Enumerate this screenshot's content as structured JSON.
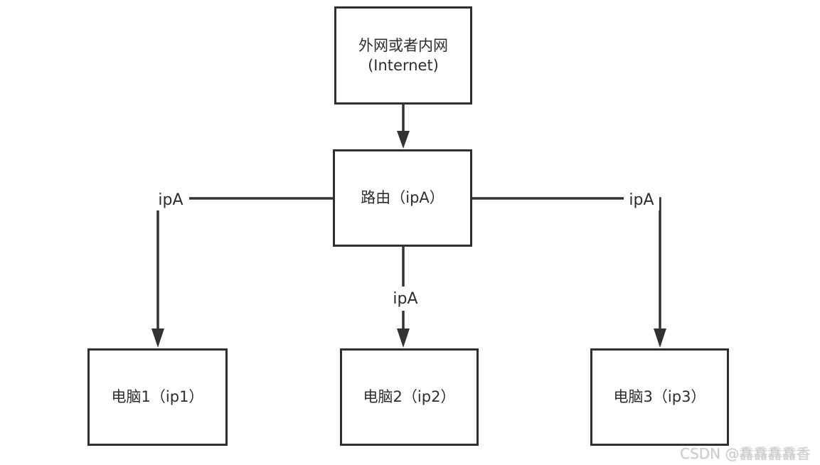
{
  "diagram": {
    "title": "network-topology",
    "nodes": {
      "internet": {
        "line1": "外网或者内网",
        "line2": "(Internet)"
      },
      "router": {
        "label": "路由（ipA）"
      },
      "pc1": {
        "label": "电脑1（ip1）"
      },
      "pc2": {
        "label": "电脑2（ip2）"
      },
      "pc3": {
        "label": "电脑3（ip3）"
      }
    },
    "edges": [
      {
        "from": "internet",
        "to": "router",
        "label": ""
      },
      {
        "from": "router",
        "to": "pc1",
        "label": "ipA"
      },
      {
        "from": "router",
        "to": "pc2",
        "label": "ipA"
      },
      {
        "from": "router",
        "to": "pc3",
        "label": "ipA"
      }
    ],
    "edge_labels": {
      "left": "ipA",
      "middle": "ipA",
      "right": "ipA"
    },
    "colors": {
      "line": "#333333",
      "box_border": "#2f2f2f",
      "text": "#2d2d2d",
      "watermark": "#cbcbcb",
      "background": "#ffffff"
    },
    "watermark": {
      "text": "CSDN @馫馫馫馫香"
    }
  }
}
